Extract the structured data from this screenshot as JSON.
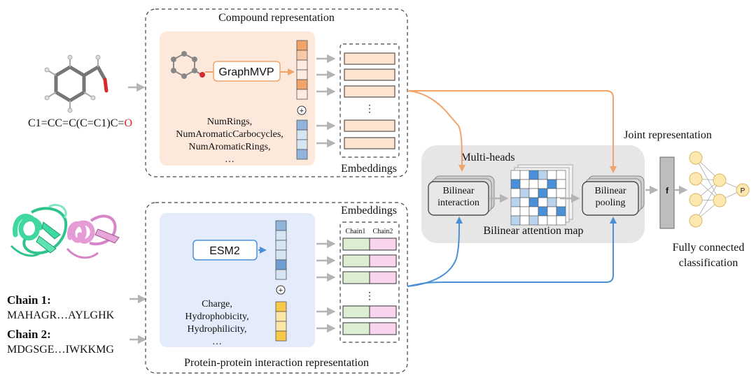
{
  "molecule": {
    "smiles_prefix": "C1=CC=C(C=C1)C=",
    "smiles_suffix": "O",
    "oxygen_color": "#d62a2a"
  },
  "compound": {
    "title": "Compound representation",
    "model": "GraphMVP",
    "descriptors": [
      "NumRings,",
      "NumAromaticCarbocycles,",
      "NumAromaticRings,",
      "…"
    ],
    "embeddings_label": "Embeddings",
    "panel_color": "#fde9dc",
    "accent_color": "#f0a46a"
  },
  "protein": {
    "chain1_label": "Chain 1:",
    "chain1_seq": "MAHAGR…AYLGHK",
    "chain2_label": "Chain 2:",
    "chain2_seq": "MDGSGE…IWKKMG",
    "model": "ESM2",
    "descriptors": [
      "Charge,",
      "Hydrophobicity,",
      "Hydrophilicity,",
      "…"
    ],
    "embeddings_label": "Embeddings",
    "col1": "Chain1",
    "col2": "Chain2",
    "title": "Protein-protein interaction representation",
    "panel_color": "#e4ecfb",
    "accent_color": "#4a90d9"
  },
  "plus_sign": "+",
  "ellipsis_v": "⋮",
  "middle": {
    "multi_heads": "Multi-heads",
    "bilinear_interaction": [
      "Bilinear",
      "interaction"
    ],
    "attention_map": "Bilinear attention map",
    "bilinear_pooling": [
      "Bilinear",
      "pooling"
    ]
  },
  "joint": {
    "title": "Joint representation",
    "f_label": "f",
    "output_label": "P",
    "classifier": [
      "Fully connected",
      "classification"
    ]
  }
}
